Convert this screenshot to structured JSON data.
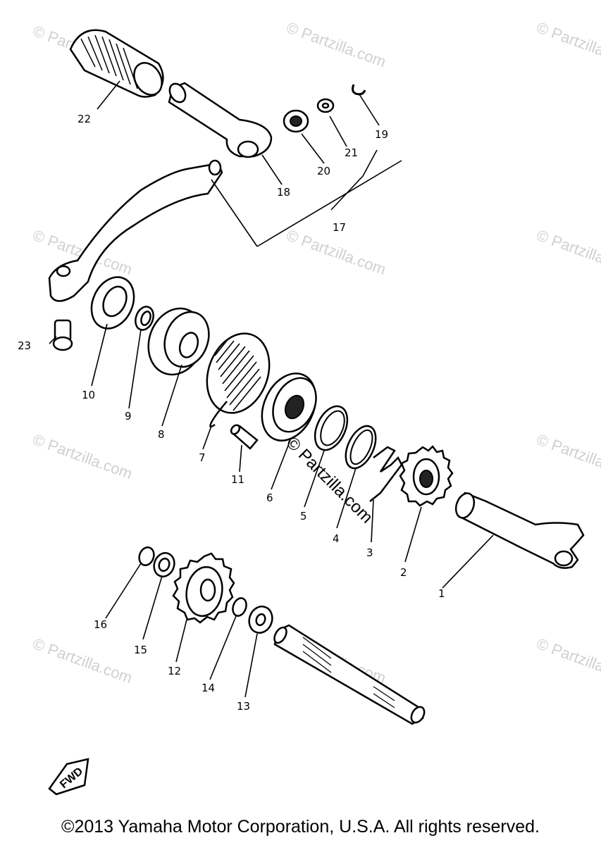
{
  "diagram": {
    "copyright": "©2013 Yamaha Motor Corporation, U.S.A. All rights reserved.",
    "watermark": "© Partzilla.com",
    "fwd_label": "FWD",
    "callouts": [
      "1",
      "2",
      "3",
      "4",
      "5",
      "6",
      "7",
      "8",
      "9",
      "10",
      "11",
      "12",
      "13",
      "14",
      "15",
      "16",
      "17",
      "18",
      "19",
      "20",
      "21",
      "22",
      "23"
    ]
  }
}
